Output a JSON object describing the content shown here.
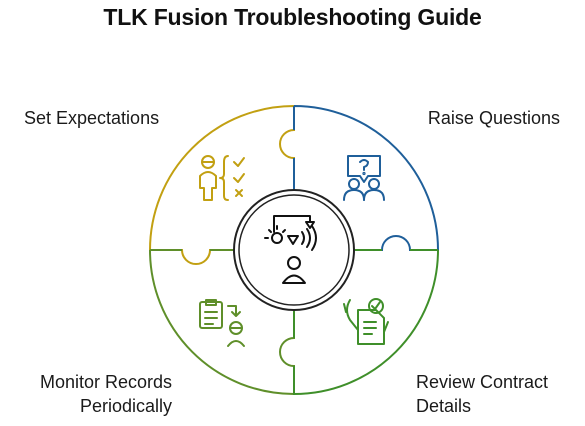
{
  "title": "TLK Fusion Troubleshooting Guide",
  "quadrants": {
    "top_left": {
      "lines": [
        "Set Expectations"
      ],
      "color": "#c2a012",
      "icon": "expectations-checklist-icon"
    },
    "top_right": {
      "lines": [
        "Raise Questions"
      ],
      "color": "#1f5f9a",
      "icon": "question-group-icon"
    },
    "bottom_left": {
      "lines": [
        "Monitor Records",
        "Periodically"
      ],
      "color": "#5f8f2a",
      "icon": "monitor-records-icon"
    },
    "bottom_right": {
      "lines": [
        "Review Contract",
        "Details"
      ],
      "color": "#3f8f2a",
      "icon": "contract-review-icon"
    }
  },
  "center": {
    "icon": "troubleshooting-person-icon",
    "color": "#111111"
  }
}
